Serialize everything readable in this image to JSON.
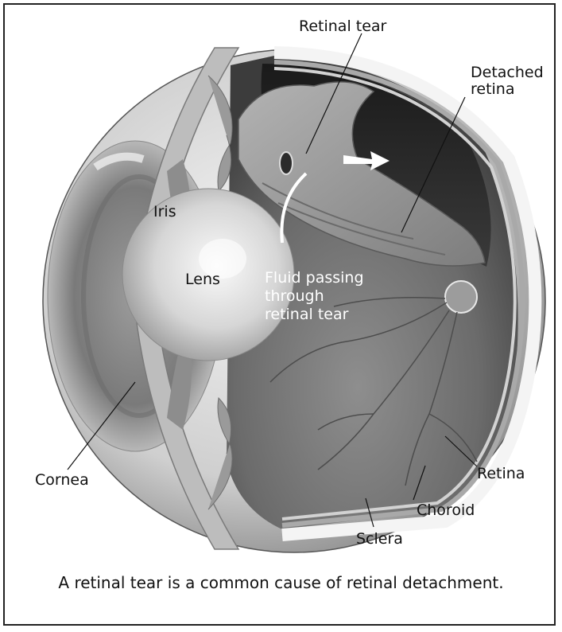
{
  "labels": {
    "retinal_tear": "Retinal tear",
    "detached_retina_line1": "Detached",
    "detached_retina_line2": "retina",
    "iris": "Iris",
    "lens": "Lens",
    "fluid_line1": "Fluid passing",
    "fluid_line2": "through",
    "fluid_line3": "retinal tear",
    "cornea": "Cornea",
    "retina": "Retina",
    "choroid": "Choroid",
    "sclera": "Sclera"
  },
  "caption": "A retinal tear is a common cause of retinal detachment."
}
